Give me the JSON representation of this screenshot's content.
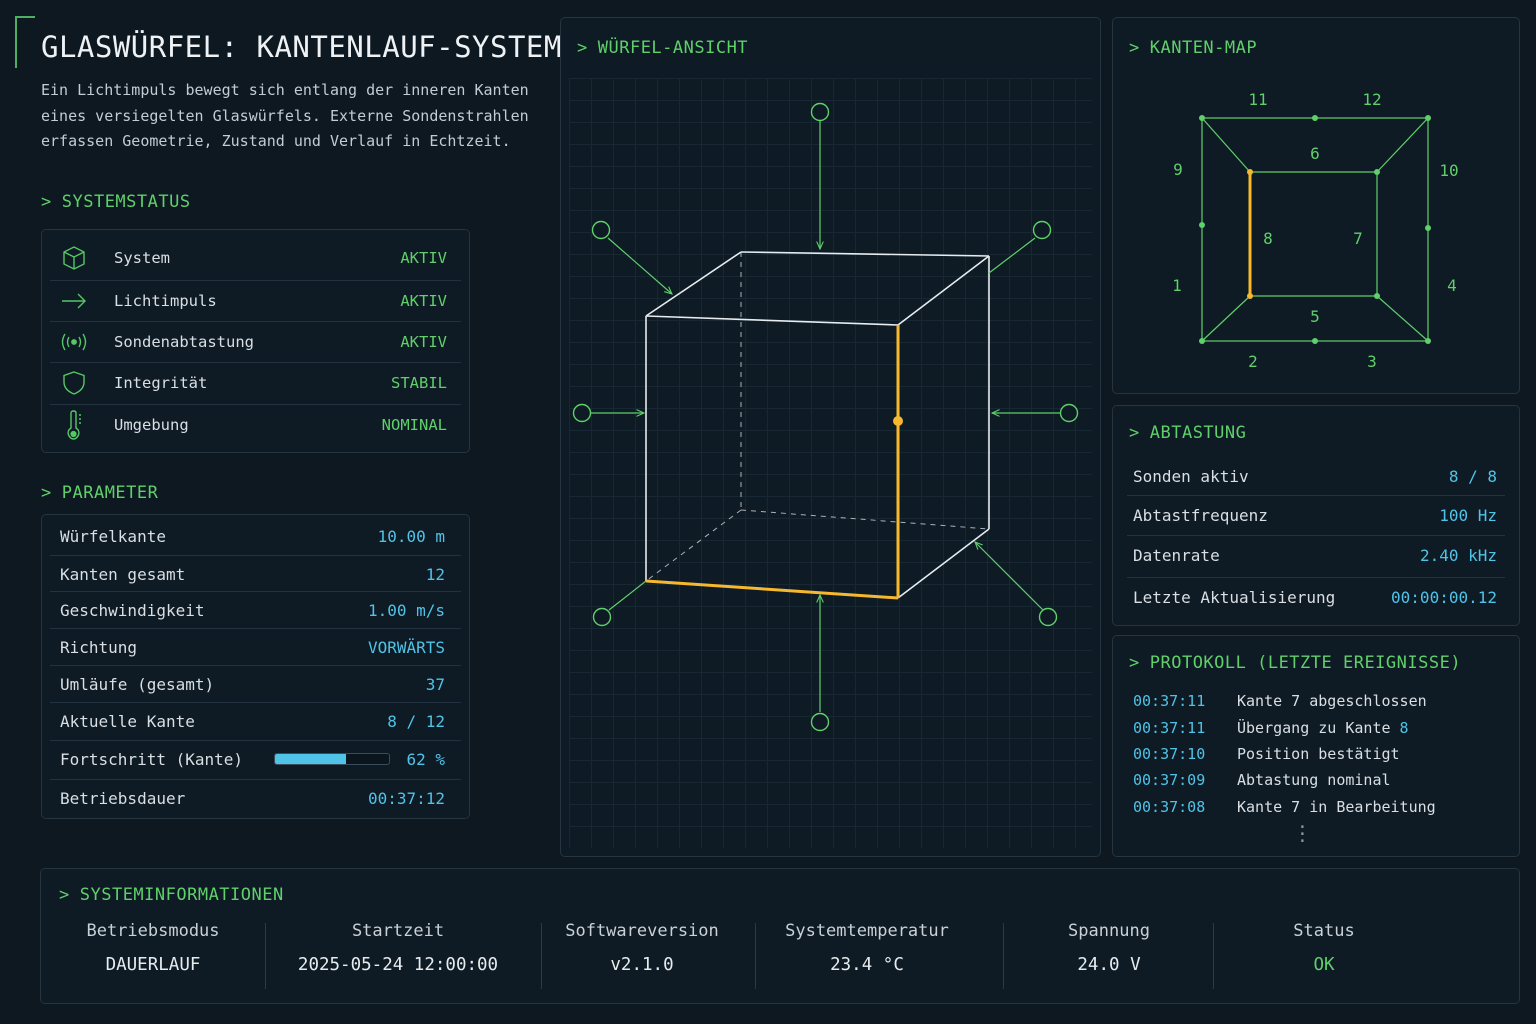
{
  "header": {
    "title": "GLASWÜRFEL: KANTENLAUF-SYSTEM",
    "description": "Ein Lichtimpuls bewegt sich entlang der inneren Kanten eines versiegelten Glaswürfels. Externe Sondenstrahlen erfassen Geometrie, Zustand und Verlauf in Echtzeit."
  },
  "status": {
    "title": "SYSTEMSTATUS",
    "items": [
      {
        "label": "System",
        "value": "AKTIV",
        "icon": "cube-icon"
      },
      {
        "label": "Lichtimpuls",
        "value": "AKTIV",
        "icon": "arrow-right-icon"
      },
      {
        "label": "Sondenabtastung",
        "value": "AKTIV",
        "icon": "broadcast-icon"
      },
      {
        "label": "Integrität",
        "value": "STABIL",
        "icon": "shield-icon"
      },
      {
        "label": "Umgebung",
        "value": "NOMINAL",
        "icon": "thermometer-icon"
      }
    ]
  },
  "parameters": {
    "title": "PARAMETER",
    "items": [
      {
        "label": "Würfelkante",
        "value": "10.00 m"
      },
      {
        "label": "Kanten gesamt",
        "value": "12"
      },
      {
        "label": "Geschwindigkeit",
        "value": "1.00 m/s"
      },
      {
        "label": "Richtung",
        "value": "VORWÄRTS"
      },
      {
        "label": "Umläufe (gesamt)",
        "value": "37"
      },
      {
        "label": "Aktuelle Kante",
        "value": "8 / 12"
      },
      {
        "label": "Fortschritt (Kante)",
        "value": "62 %",
        "progress": 0.62
      },
      {
        "label": "Betriebsdauer",
        "value": "00:37:12"
      }
    ]
  },
  "cube_view": {
    "title": "WÜRFEL-ANSICHT",
    "highlight_color": "#f5b82e",
    "probe_color": "#5fd06a"
  },
  "edge_map": {
    "title": "KANTEN-MAP",
    "active_edge": "8",
    "labels": [
      "1",
      "2",
      "3",
      "4",
      "5",
      "6",
      "7",
      "8",
      "9",
      "10",
      "11",
      "12"
    ]
  },
  "sampling": {
    "title": "ABTASTUNG",
    "items": [
      {
        "label": "Sonden aktiv",
        "value": "8 / 8"
      },
      {
        "label": "Abtastfrequenz",
        "value": "100 Hz"
      },
      {
        "label": "Datenrate",
        "value": "2.40 kHz"
      },
      {
        "label": "Letzte Aktualisierung",
        "value": "00:00:00.12"
      }
    ]
  },
  "protocol": {
    "title": "PROTOKOLL (LETZTE EREIGNISSE)",
    "entries": [
      {
        "time": "00:37:11",
        "message": "Kante 7 abgeschlossen",
        "number": ""
      },
      {
        "time": "00:37:11",
        "message": "Übergang zu Kante",
        "number": "8"
      },
      {
        "time": "00:37:10",
        "message": "Position bestätigt",
        "number": ""
      },
      {
        "time": "00:37:09",
        "message": "Abtastung nominal",
        "number": ""
      },
      {
        "time": "00:37:08",
        "message": "Kante 7 in Bearbeitung",
        "number": ""
      }
    ]
  },
  "system_info": {
    "title": "SYSTEMINFORMATIONEN",
    "items": [
      {
        "label": "Betriebsmodus",
        "value": "DAUERLAUF"
      },
      {
        "label": "Startzeit",
        "value": "2025-05-24 12:00:00"
      },
      {
        "label": "Softwareversion",
        "value": "v2.1.0"
      },
      {
        "label": "Systemtemperatur",
        "value": "23.4 °C"
      },
      {
        "label": "Spannung",
        "value": "24.0 V"
      },
      {
        "label": "Status",
        "value": "OK"
      }
    ]
  }
}
